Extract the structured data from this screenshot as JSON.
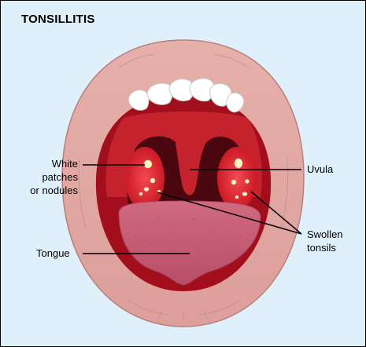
{
  "title": "TONSILLITIS",
  "labels": {
    "white_patches": [
      "White",
      "patches",
      "or nodules"
    ],
    "uvula": "Uvula",
    "swollen_tonsils": [
      "Swollen",
      "tonsils"
    ],
    "tongue": "Tongue"
  },
  "colors": {
    "background": "#dff0fb",
    "lips": "#e2a7a3",
    "lip_outline": "#c08a86",
    "throat_dark": "#4a0710",
    "throat_red": "#b8101d",
    "palate": "#c4222c",
    "tonsil": "#e52733",
    "tongue": "#c45a72",
    "teeth": "#ffffff",
    "patches": "#fff6c8"
  }
}
